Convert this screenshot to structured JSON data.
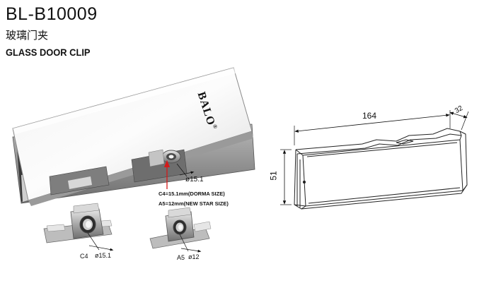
{
  "header": {
    "model": "BL-B10009",
    "name_cn": "玻璃门夹",
    "name_en": "GLASS DOOR CLIP"
  },
  "product": {
    "brand": "BALO",
    "trademark": "®"
  },
  "callouts": {
    "diameter_main": "ø15.1",
    "note_c4": "C4=15.1mm(DORMA SIZE)",
    "note_a5": "A5=12mm(NEW STAR SIZE)"
  },
  "inserts": [
    {
      "code": "C4",
      "diameter": "ø15.1"
    },
    {
      "code": "A5",
      "diameter": "ø12"
    }
  ],
  "dimensions": {
    "length": "164",
    "depth": "32",
    "height": "51"
  },
  "colors": {
    "accent_arrow": "#d41a1a"
  }
}
